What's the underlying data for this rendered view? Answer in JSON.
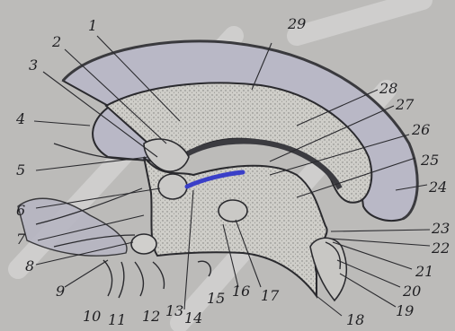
{
  "colors": {
    "paper": "#bcbbb9",
    "outer_fill": "#b9b8c4",
    "stipple": "#cfcec9",
    "ink": "#2a2a2e",
    "highlight": "#3a3fc8",
    "watermark": "#d9d9d9"
  },
  "labels": [
    {
      "id": "1",
      "text": "1"
    },
    {
      "id": "2",
      "text": "2"
    },
    {
      "id": "3",
      "text": "3"
    },
    {
      "id": "4",
      "text": "4"
    },
    {
      "id": "5",
      "text": "5"
    },
    {
      "id": "6",
      "text": "6"
    },
    {
      "id": "7",
      "text": "7"
    },
    {
      "id": "8",
      "text": "8"
    },
    {
      "id": "9",
      "text": "9"
    },
    {
      "id": "10",
      "text": "10"
    },
    {
      "id": "11",
      "text": "11"
    },
    {
      "id": "12",
      "text": "12"
    },
    {
      "id": "13",
      "text": "13"
    },
    {
      "id": "14",
      "text": "14"
    },
    {
      "id": "15",
      "text": "15"
    },
    {
      "id": "16",
      "text": "16"
    },
    {
      "id": "17",
      "text": "17"
    },
    {
      "id": "18",
      "text": "18"
    },
    {
      "id": "19",
      "text": "19"
    },
    {
      "id": "20",
      "text": "20"
    },
    {
      "id": "21",
      "text": "21"
    },
    {
      "id": "22",
      "text": "22"
    },
    {
      "id": "23",
      "text": "23"
    },
    {
      "id": "24",
      "text": "24"
    },
    {
      "id": "25",
      "text": "25"
    },
    {
      "id": "26",
      "text": "26"
    },
    {
      "id": "27",
      "text": "27"
    },
    {
      "id": "28",
      "text": "28"
    },
    {
      "id": "29",
      "text": "29"
    }
  ]
}
